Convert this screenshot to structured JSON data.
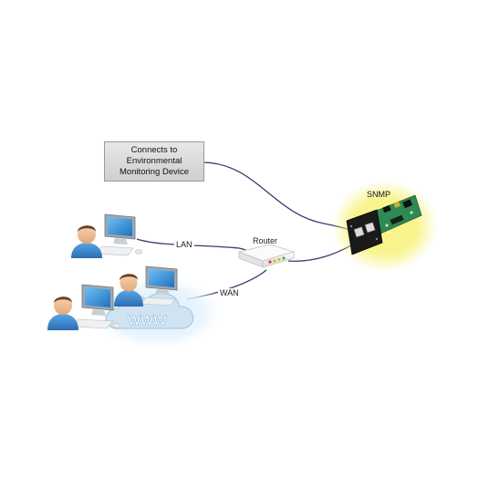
{
  "env_box": {
    "line1": "Connects to",
    "line2": "Environmental",
    "line3": "Monitoring Device"
  },
  "labels": {
    "lan": "LAN",
    "wan": "WAN",
    "router": "Router",
    "snmp": "SNMP",
    "cloud": "WWW"
  },
  "colors": {
    "cable": "#3a3a6e",
    "router_body": "#f4f4f4",
    "glow": "#f7f27a",
    "card_pcb": "#2f8a52",
    "monitor_screen": "#2e86d6",
    "cloud_glow": "#cfe8f7",
    "cloud_text": "#ffffff"
  },
  "icons": [
    "user-icon",
    "computer-icon",
    "router-icon",
    "snmp-card-icon",
    "cloud-icon"
  ]
}
